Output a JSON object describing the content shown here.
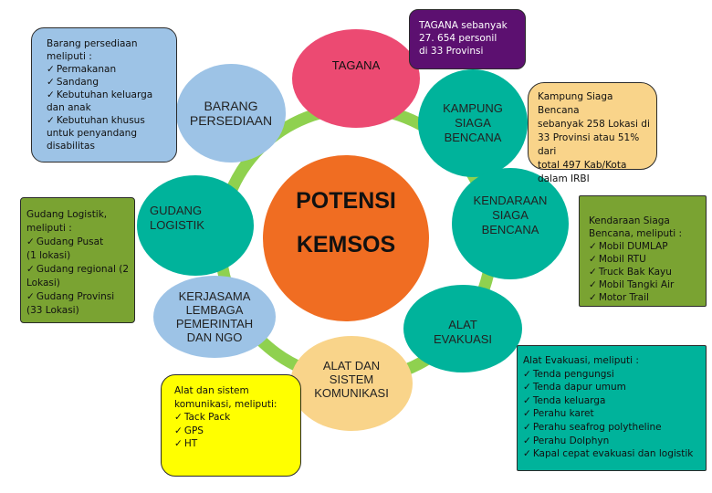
{
  "center": {
    "line1": "POTENSI",
    "line2": "KEMSOS"
  },
  "nodes": {
    "tagana": "TAGANA",
    "barang": "BARANG PERSEDIAAN",
    "kampung": "KAMPUNG SIAGA BENCANA",
    "gudang": "GUDANG LOGISTIK",
    "kendaraan": "KENDARAAN SIAGA BENCANA",
    "kerjasama": "KERJASAMA LEMBAGA PEMERINTAH DAN NGO",
    "alat_evakuasi": "ALAT EVAKUASI",
    "alat_sistem": "ALAT DAN SISTEM KOMUNIKASI"
  },
  "boxes": {
    "barang": {
      "heading": "Barang persediaan\nmeliputi :",
      "items": [
        "Permakanan",
        "Sandang",
        "Kebutuhan keluarga\ndan anak",
        "Kebutuhan khusus\nuntuk penyandang\ndisabilitas"
      ]
    },
    "gudang": {
      "heading": "Gudang Logistik,\nmeliputi :",
      "items": [
        "Gudang Pusat\n(1 lokasi)",
        "Gudang regional (2\nLokasi)",
        "Gudang Provinsi\n(33 Lokasi)"
      ]
    },
    "tagana": {
      "text": "TAGANA sebanyak\n27. 654 personil\ndi 33 Provinsi"
    },
    "kampung": {
      "text": "Kampung Siaga Bencana\nsebanyak 258 Lokasi di\n33 Provinsi atau 51% dari\ntotal 497 Kab/Kota\ndalam IRBI"
    },
    "kendaraan": {
      "heading": "Kendaraan Siaga\nBencana, meliputi :",
      "items": [
        "Mobil DUMLAP",
        "Mobil RTU",
        "Truck Bak Kayu",
        "Mobil Tangki Air",
        "Motor Trail"
      ]
    },
    "alat_evakuasi": {
      "heading": "Alat Evakuasi, meliputi :",
      "items": [
        "Tenda pengungsi",
        "Tenda dapur umum",
        "Tenda keluarga",
        "Perahu karet",
        "Perahu seafrog polytheline",
        "Perahu Dolphyn",
        "Kapal cepat evakuasi dan logistik"
      ]
    },
    "alat_sistem": {
      "heading": "Alat dan sistem\nkomunikasi, meliputi:",
      "items": [
        "Tack Pack",
        "GPS",
        "HT"
      ]
    }
  },
  "colors": {
    "ring": "#8fd14f",
    "center": "#f06d22",
    "tagana": "#ec4a72",
    "purple_box": "#5c1070",
    "blue": "#9dc3e6",
    "yellow": "#ffff00",
    "green_box": "#7aa332",
    "teal": "#00b39b",
    "orange_light": "#f9d48a"
  }
}
